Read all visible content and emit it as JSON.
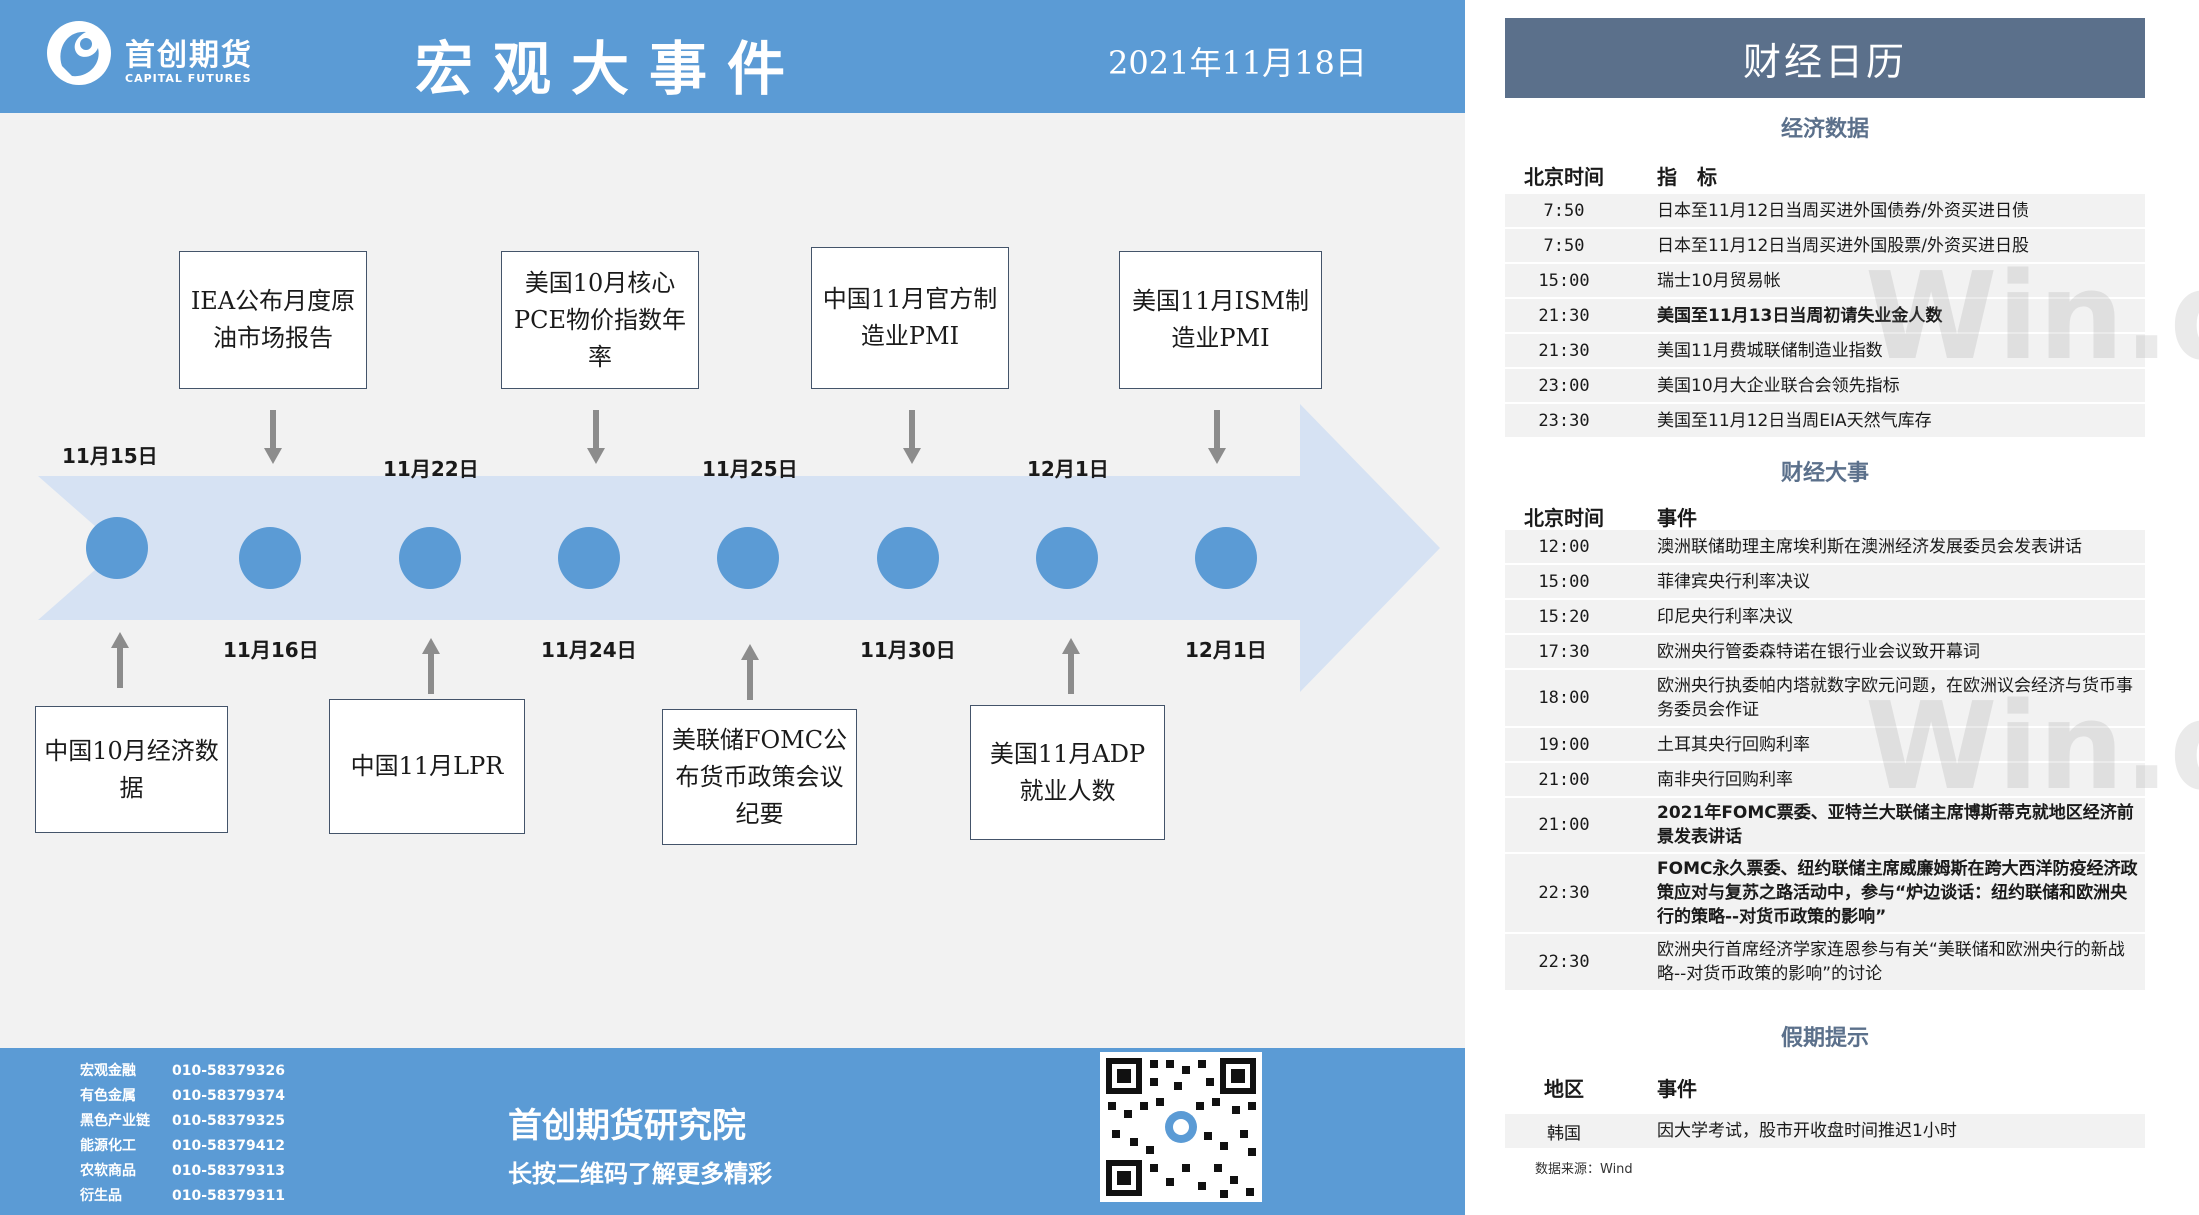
{
  "header": {
    "brand": "首创期货",
    "brand_en": "CAPITAL FUTURES",
    "title": "宏观大事件",
    "date": "2021年11月18日"
  },
  "timeline": {
    "upper_events": [
      "IEA公布月度原油市场报告",
      "美国10月核心PCE物价指数年率",
      "中国11月官方制造业PMI",
      "美国11月ISM制造业PMI"
    ],
    "upper_dates": [
      "11月15日",
      "11月22日",
      "11月25日",
      "12月1日"
    ],
    "lower_dates": [
      "11月16日",
      "11月24日",
      "11月30日",
      "12月1日"
    ],
    "lower_events": [
      "中国10月经济数据",
      "中国11月LPR",
      "美联储FOMC公布货币政策会议纪要",
      "美国11月ADP就业人数"
    ]
  },
  "footer": {
    "contacts": [
      {
        "name": "宏观金融",
        "phone": "010-58379326"
      },
      {
        "name": "有色金属",
        "phone": "010-58379374"
      },
      {
        "name": "黑色产业链",
        "phone": "010-58379325"
      },
      {
        "name": "能源化工",
        "phone": "010-58379412"
      },
      {
        "name": "农软商品",
        "phone": "010-58379313"
      },
      {
        "name": "衍生品",
        "phone": "010-58379311"
      }
    ],
    "institute": "首创期货研究院",
    "slogan": "长按二维码了解更多精彩"
  },
  "calendar": {
    "title": "财经日历",
    "econ": {
      "section": "经济数据",
      "col_time": "北京时间",
      "col_item": "指　标",
      "rows": [
        {
          "time": "7:50",
          "text": "日本至11月12日当周买进外国债券/外资买进日债"
        },
        {
          "time": "7:50",
          "text": "日本至11月12日当周买进外国股票/外资买进日股"
        },
        {
          "time": "15:00",
          "text": "瑞士10月贸易帐"
        },
        {
          "time": "21:30",
          "text": "美国至11月13日当周初请失业金人数",
          "bold": true
        },
        {
          "time": "21:30",
          "text": "美国11月费城联储制造业指数"
        },
        {
          "time": "23:00",
          "text": "美国10月大企业联合会领先指标"
        },
        {
          "time": "23:30",
          "text": "美国至11月12日当周EIA天然气库存"
        }
      ]
    },
    "events": {
      "section": "财经大事",
      "col_time": "北京时间",
      "col_item": "事件",
      "rows": [
        {
          "time": "12:00",
          "text": "澳洲联储助理主席埃利斯在澳洲经济发展委员会发表讲话"
        },
        {
          "time": "15:00",
          "text": "菲律宾央行利率决议"
        },
        {
          "time": "15:20",
          "text": "印尼央行利率决议"
        },
        {
          "time": "17:30",
          "text": "欧洲央行管委森特诺在银行业会议致开幕词"
        },
        {
          "time": "18:00",
          "text": "欧洲央行执委帕内塔就数字欧元问题，在欧洲议会经济与货币事务委员会作证"
        },
        {
          "time": "19:00",
          "text": "土耳其央行回购利率"
        },
        {
          "time": "21:00",
          "text": "南非央行回购利率"
        },
        {
          "time": "21:00",
          "text": "2021年FOMC票委、亚特兰大联储主席博斯蒂克就地区经济前景发表讲话",
          "bold": true
        },
        {
          "time": "22:30",
          "text": "FOMC永久票委、纽约联储主席威廉姆斯在跨大西洋防疫经济政策应对与复苏之路活动中，参与“炉边谈话：纽约联储和欧洲央行的策略--对货币政策的影响”",
          "bold": true
        },
        {
          "time": "22:30",
          "text": "欧洲央行首席经济学家连恩参与有关“美联储和欧洲央行的新战略--对货币政策的影响”的讨论"
        }
      ]
    },
    "holiday": {
      "section": "假期提示",
      "col_region": "地区",
      "col_item": "事件",
      "rows": [
        {
          "region": "韩国",
          "text": "因大学考试，股市开收盘时间推迟1小时"
        }
      ]
    },
    "source": "数据来源：Wind"
  },
  "colors": {
    "header_blue": "#5b9bd5",
    "calendar_header": "#5b708b",
    "arrow_fill": "#d6e2f3",
    "dot": "#5b9bd5"
  }
}
